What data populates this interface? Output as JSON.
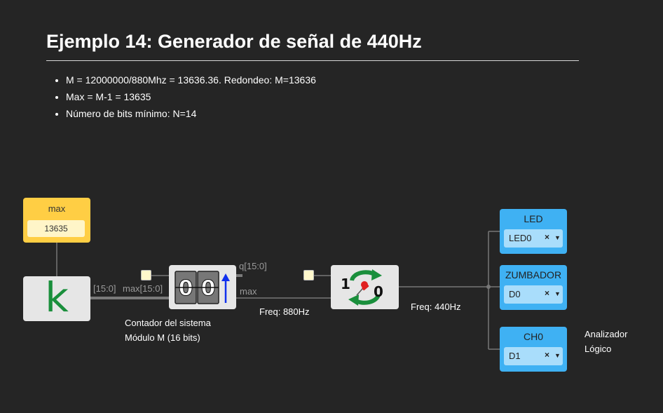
{
  "title": "Ejemplo 14: Generador de señal de 440Hz",
  "notes": [
    "M = 12000000/880Mhz = 13636.36. Redondeo: M=13636",
    "Max = M-1 = 13635",
    "Número de bits mínimo: N=14"
  ],
  "constant": {
    "name": "max",
    "value": "13635",
    "color": "#ffce44"
  },
  "k_block": {
    "symbol": "k",
    "color": "#1a8f3c"
  },
  "counter": {
    "bus_label": "[15:0]",
    "input_label": "max[15:0]",
    "output_q_label": "q[15:0]",
    "output_max_label": "max",
    "digits": [
      "0",
      "0"
    ],
    "caption_line1": "Contador del sistema",
    "caption_line2": "Módulo M (16 bits)"
  },
  "freq_880": "Freq: 880Hz",
  "toggle": {
    "left_digit": "1",
    "right_digit": "0",
    "arrow_color": "#1a8f3c",
    "pin_color": "#e02020"
  },
  "freq_440": "Freq: 440Hz",
  "outputs": [
    {
      "name": "LED",
      "value": "LED0",
      "clear": "×",
      "caret": "▼"
    },
    {
      "name": "ZUMBADOR",
      "value": "D0",
      "clear": "×",
      "caret": "▼"
    },
    {
      "name": "CH0",
      "value": "D1",
      "clear": "×",
      "caret": "▼"
    }
  ],
  "analyzer_line1": "Analizador",
  "analyzer_line2": "Lógico",
  "colors": {
    "background": "#252525",
    "wire": "#777777",
    "output_block": "#3fb1f3"
  }
}
